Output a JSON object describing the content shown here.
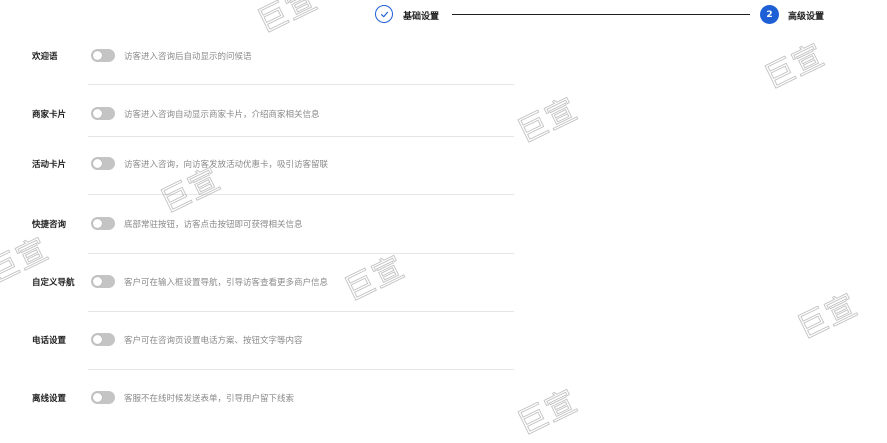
{
  "stepper": {
    "step1": {
      "label": "基础设置",
      "state": "completed",
      "icon": "check-icon"
    },
    "step2": {
      "number": "2",
      "label": "高级设置",
      "state": "active"
    },
    "accent_color": "#1f5fd6"
  },
  "settings": [
    {
      "label": "欢迎语",
      "enabled": false,
      "description": "访客进入咨询后自动显示的问候语"
    },
    {
      "label": "商家卡片",
      "enabled": false,
      "description": "访客进入咨询自动显示商家卡片，介绍商家相关信息"
    },
    {
      "label": "活动卡片",
      "enabled": false,
      "description": "访客进入咨询，向访客发放活动优惠卡，吸引访客留联"
    },
    {
      "label": "快捷咨询",
      "enabled": false,
      "description": "底部常驻按钮，访客点击按钮即可获得相关信息"
    },
    {
      "label": "自定义导航",
      "enabled": false,
      "description": "客户可在输入框设置导航，引导访客查看更多商户信息"
    },
    {
      "label": "电话设置",
      "enabled": false,
      "description": "客户可在咨询页设置电话方案、按钮文字等内容"
    },
    {
      "label": "离线设置",
      "enabled": false,
      "description": "客服不在线时候发送表单，引导用户留下线索"
    }
  ],
  "watermark": {
    "text": "巨宣"
  }
}
